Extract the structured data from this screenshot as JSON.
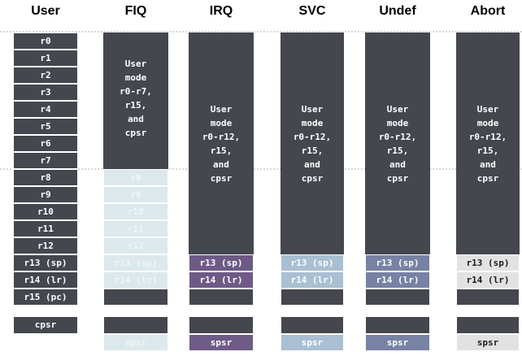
{
  "headers": {
    "user": "User",
    "fiq": "FIQ",
    "irq": "IRQ",
    "svc": "SVC",
    "undef": "Undef",
    "abort": "Abort"
  },
  "user_registers": [
    "r0",
    "r1",
    "r2",
    "r3",
    "r4",
    "r5",
    "r6",
    "r7",
    "r8",
    "r9",
    "r10",
    "r11",
    "r12",
    "r13 (sp)",
    "r14 (lr)",
    "r15 (pc)"
  ],
  "user_cpsr": "cpsr",
  "fiq": {
    "shared_text": "User\nmode\nr0-r7,\nr15,\nand\ncpsr",
    "banked": [
      "r8",
      "r9",
      "r10",
      "r11",
      "r12",
      "r13 (sp)",
      "r14 (lr)"
    ],
    "spsr": "spsr"
  },
  "irq": {
    "shared_text": "User\nmode\nr0-r12,\nr15,\nand\ncpsr",
    "banked": [
      "r13 (sp)",
      "r14 (lr)"
    ],
    "spsr": "spsr"
  },
  "svc": {
    "shared_text": "User\nmode\nr0-r12,\nr15,\nand\ncpsr",
    "banked": [
      "r13 (sp)",
      "r14 (lr)"
    ],
    "spsr": "spsr"
  },
  "undef": {
    "shared_text": "User\nmode\nr0-r12,\nr15,\nand\ncpsr",
    "banked": [
      "r13 (sp)",
      "r14 (lr)"
    ],
    "spsr": "spsr"
  },
  "abort": {
    "shared_text": "User\nmode\nr0-r12,\nr15,\nand\ncpsr",
    "banked": [
      "r13 (sp)",
      "r14 (lr)"
    ],
    "spsr": "spsr"
  },
  "colors": {
    "dark": "#45474f",
    "fiq_banked": "#dce8ec",
    "fiq_banked_text": "#f2f5f6",
    "irq_banked": "#6e5a86",
    "svc_banked": "#a9bfd3",
    "undef_banked": "#7782a4",
    "abort_banked": "#e2e2e2",
    "abort_text": "#1b1b1b"
  }
}
